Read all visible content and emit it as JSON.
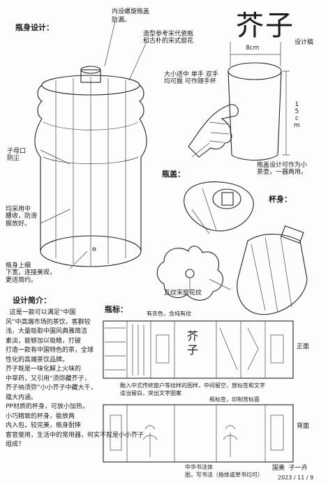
{
  "title": "芥子",
  "subtitle": "设计稿",
  "sections": {
    "bottle_design": "瓶身设计：",
    "cap": "瓶盖：",
    "body": "杯身：",
    "intro": "设计简介：",
    "label": "瓶标："
  },
  "annotations": {
    "cap_top": "内设螺旋瓶盖",
    "cap_top2": "防漏。",
    "style": "造型参考宋代瓷瓶\n和古朴的宋式窗花",
    "size_note": "大小适中 单手 双手\n均可握 可作随手杯",
    "width": "8cm",
    "height": "15cm",
    "pattern": "子母口\n防尘",
    "waist": "均采用中\n腰收，防滑\n握放好。",
    "bottom": "瓶身上细\n下宽，连接美观，\n更适简约。",
    "cap_note": "瓶盖设计可作为小\n茶壶，一器两用。",
    "window": "瓦纹宋窗花纹",
    "label_top": "有衣色，含纯有纹",
    "label_mid": "融入中式传统窗户等纹样的图样，中间留空，放标签和文字\n适当留白，突出文字图案",
    "label_bottom": "中华书法体\n图，写书法（楷体或草书均可）",
    "label_side": "瓶标签，印制背标面",
    "front": "正面",
    "back": "背面",
    "sign": "国美  子一卉",
    "date": "2023 / 11 / 9"
  },
  "intro_text": "  这是一款可以满足“中国\n风”中高端市场的茶饮，客群较\n浅，大量吸取中国风典雅简洁\n素淡，能够加以吸睛，打破\n打造一款有中国特色的茶，全球\n性化的高端茶饮品牌。\n芥子既是一味化解上火味的\n中草药，又引用“须弥藏芥子，\n芥子纳须弥”小小芥子中藏大千，\n蕴大内涵。\nPP材质的杯身，可放小加热，\n小巧精致的杯身，能放两\n内入包，较完美，瓶身耐摔\n客官使用，生活中的常用器，何实不就是小小芥子\n组成？",
  "label_center": "芥\n子"
}
